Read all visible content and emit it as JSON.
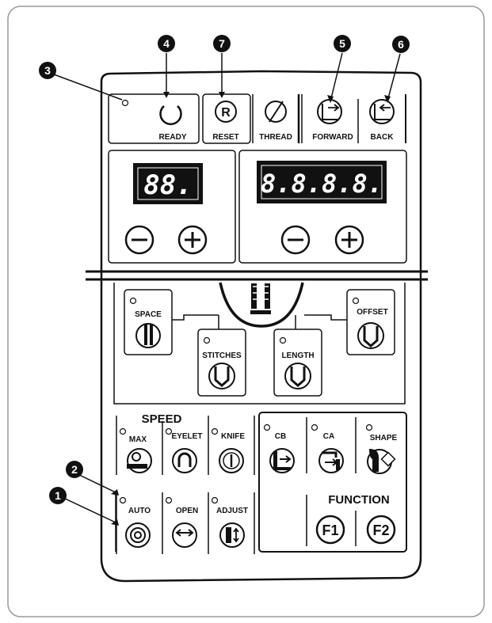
{
  "callouts": [
    "1",
    "2",
    "3",
    "4",
    "5",
    "6",
    "7"
  ],
  "top_buttons": {
    "ready": "READY",
    "reset_glyph": "R",
    "reset": "RESET",
    "thread": "THREAD",
    "forward": "FORWARD",
    "back": "BACK"
  },
  "displays": {
    "left_digits": "88.",
    "right_digits": "8.8.8.8.",
    "minus": "−",
    "plus": "+"
  },
  "pattern_buttons": {
    "space": "SPACE",
    "stitches": "STITCHES",
    "length": "LENGTH",
    "offset": "OFFSET"
  },
  "speed": {
    "title": "SPEED",
    "max": "MAX",
    "eyelet": "EYELET",
    "knife": "KNIFE",
    "auto": "AUTO",
    "open": "OPEN",
    "adjust": "ADJUST"
  },
  "function": {
    "cb": "CB",
    "ca": "CA",
    "shape": "SHAPE",
    "title": "FUNCTION",
    "f1": "F1",
    "f2": "F2"
  },
  "colors": {
    "ink": "#111111",
    "paper": "#ffffff",
    "frame": "#9a9a9a"
  }
}
